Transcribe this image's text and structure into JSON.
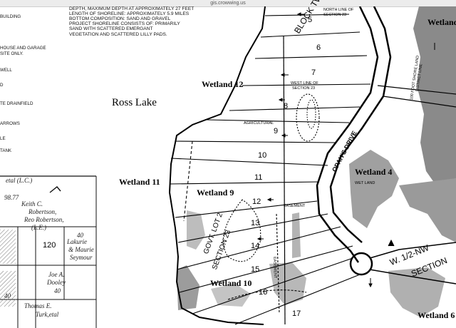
{
  "browser": {
    "url": "gis.crowwing.us"
  },
  "legend": {
    "items": [
      "BUILDING",
      "HOUSE AND GARAGE",
      "SITE ONLY.",
      "WELL",
      "D",
      "TE DRAINFIELD",
      "ARROWS",
      "LE",
      "TANK"
    ]
  },
  "notes": {
    "lines": [
      "DEPTH, MAXIMUM DEPTH AT APPROXIMATELY 27 FEET",
      "LENGTH OF SHORELINE: APPROXIMATELY 5.9 MILES",
      "BOTTOM COMPOSITION:  SAND AND GRAVEL",
      "PROJECT SHORELINE CONSISTS OF: PRIMARILY",
      "SAND WITH SCATTERED EMERGANT",
      "VEGETATION AND SCATTERED LILLY PADS."
    ]
  },
  "map": {
    "lake_name": "Ross Lake",
    "wetlands": [
      "Wetland 12",
      "Wetland 11",
      "Wetland 9",
      "Wetland 4",
      "Wetland 10",
      "Wetland 6",
      "Wetland"
    ],
    "block": "BLOCK TWO",
    "road": "OPAH'S DRIVE",
    "lots": [
      "5",
      "6",
      "7",
      "8",
      "9",
      "10",
      "11",
      "12",
      "13",
      "14",
      "15",
      "16",
      "17"
    ],
    "section_lines": [
      "NORTH LINE OF",
      "SECTION 23",
      "WEST LINE OF",
      "SECTION 23"
    ],
    "labels": {
      "agricultural": "AGRICULTURAL",
      "easement": "EASEMENT",
      "easement_v": "EASEMENT",
      "outlot": "GOVT. LOT 2",
      "section": "SECTION 23",
      "section_right": "W. 1/2-NW",
      "section_right2": "SECTION",
      "ft_line": "100 FOOT SHORE LAND",
      "ft_line2": "DISTRICT LINE",
      "wet_small": "WET LAND"
    },
    "plat_owners": [
      "Keith C.",
      "Robertson,",
      "Reo Robertson,",
      "(L.E.)",
      "Lakurie",
      "& Maurie",
      "Seymour",
      "Joe A.",
      "Dooley",
      "Thomas E.",
      "Turk,etal",
      "etal (L.C.)",
      "98.77",
      "120",
      "40",
      "40",
      "40"
    ]
  },
  "colors": {
    "wetland_fill": "#8a8a8a",
    "line": "#000000"
  }
}
